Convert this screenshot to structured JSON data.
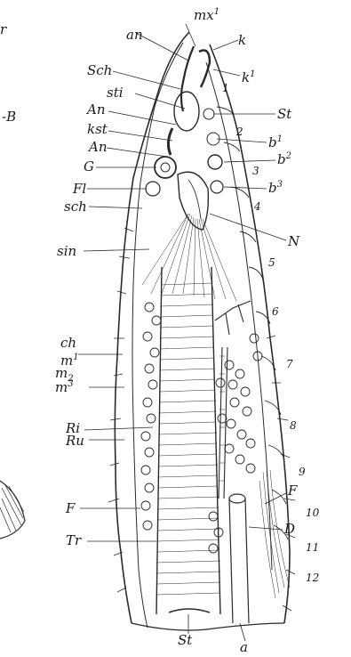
{
  "labels": {
    "an": "an",
    "mx1": "mx",
    "mx1_sup": "1",
    "k": "k",
    "k1": "k",
    "k1_sup": "1",
    "Sch": "Sch",
    "sti": "sti",
    "An_upper": "An",
    "kst": "kst",
    "St": "St",
    "An_lower": "An",
    "G": "G",
    "b1": "b",
    "b1_sup": "1",
    "b2": "b",
    "b2_sup": "2",
    "b3": "b",
    "b3_sup": "3",
    "Fl": "Fl",
    "sch": "sch",
    "N": "N",
    "sin": "sin",
    "ch": "ch",
    "m1": "m",
    "m1_sup": "1",
    "m2": "m",
    "m2_sub": "2",
    "m3": "m",
    "m3_sup": "3",
    "Ri": "Ri",
    "Ru": "Ru",
    "F_left": "F",
    "F_right": "F",
    "D": "D",
    "Tr": "Tr",
    "St_bottom": "St",
    "a": "a",
    "B_edge": "-B",
    "r_edge": "r"
  },
  "segments": [
    "1",
    "2",
    "3",
    "4",
    "5",
    "6",
    "7",
    "8",
    "9",
    "10",
    "11",
    "12"
  ]
}
